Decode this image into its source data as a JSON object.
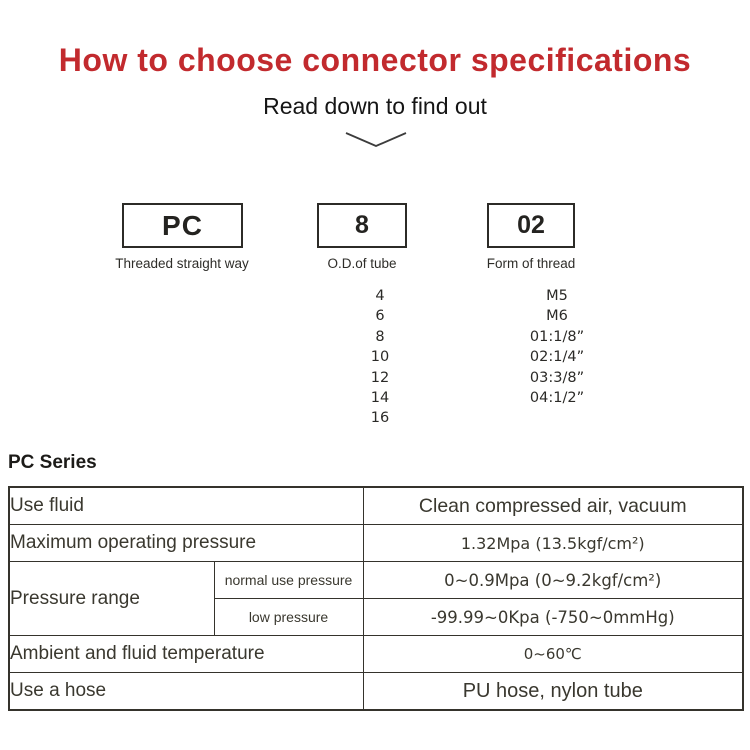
{
  "header": {
    "title": "How to choose connector specifications",
    "subtitle": "Read down to find out"
  },
  "code_builder": {
    "segments": [
      {
        "code": "PC",
        "label": "Threaded straight way",
        "options": []
      },
      {
        "code": "8",
        "label": "O.D.of tube",
        "options": [
          "4",
          "6",
          "8",
          "10",
          "12",
          "14",
          "16"
        ]
      },
      {
        "code": "02",
        "label": "Form of thread",
        "options": [
          "M5",
          "M6",
          "01:1/8”",
          "02:1/4”",
          "03:3/8”",
          "04:1/2”"
        ]
      }
    ]
  },
  "series_heading": "PC Series",
  "spec_table": {
    "rows": [
      {
        "label": "Use fluid",
        "value": "Clean compressed air, vacuum"
      },
      {
        "label": "Maximum operating pressure",
        "value": "1.32Mpa (13.5kgf/cm²)"
      },
      {
        "label": "Pressure range",
        "sub_rows": [
          {
            "label": "normal use pressure",
            "value": "0~0.9Mpa (0~9.2kgf/cm²)"
          },
          {
            "label": "low pressure",
            "value": "-99.99~0Kpa (-750~0mmHg)"
          }
        ]
      },
      {
        "label": "Ambient and fluid temperature",
        "value": "0~60℃"
      },
      {
        "label": "Use a hose",
        "value": "PU hose, nylon tube"
      }
    ]
  },
  "colors": {
    "title_red": "#c22a2e",
    "row_beige": "#ede6d6",
    "table_border": "#35332c"
  }
}
